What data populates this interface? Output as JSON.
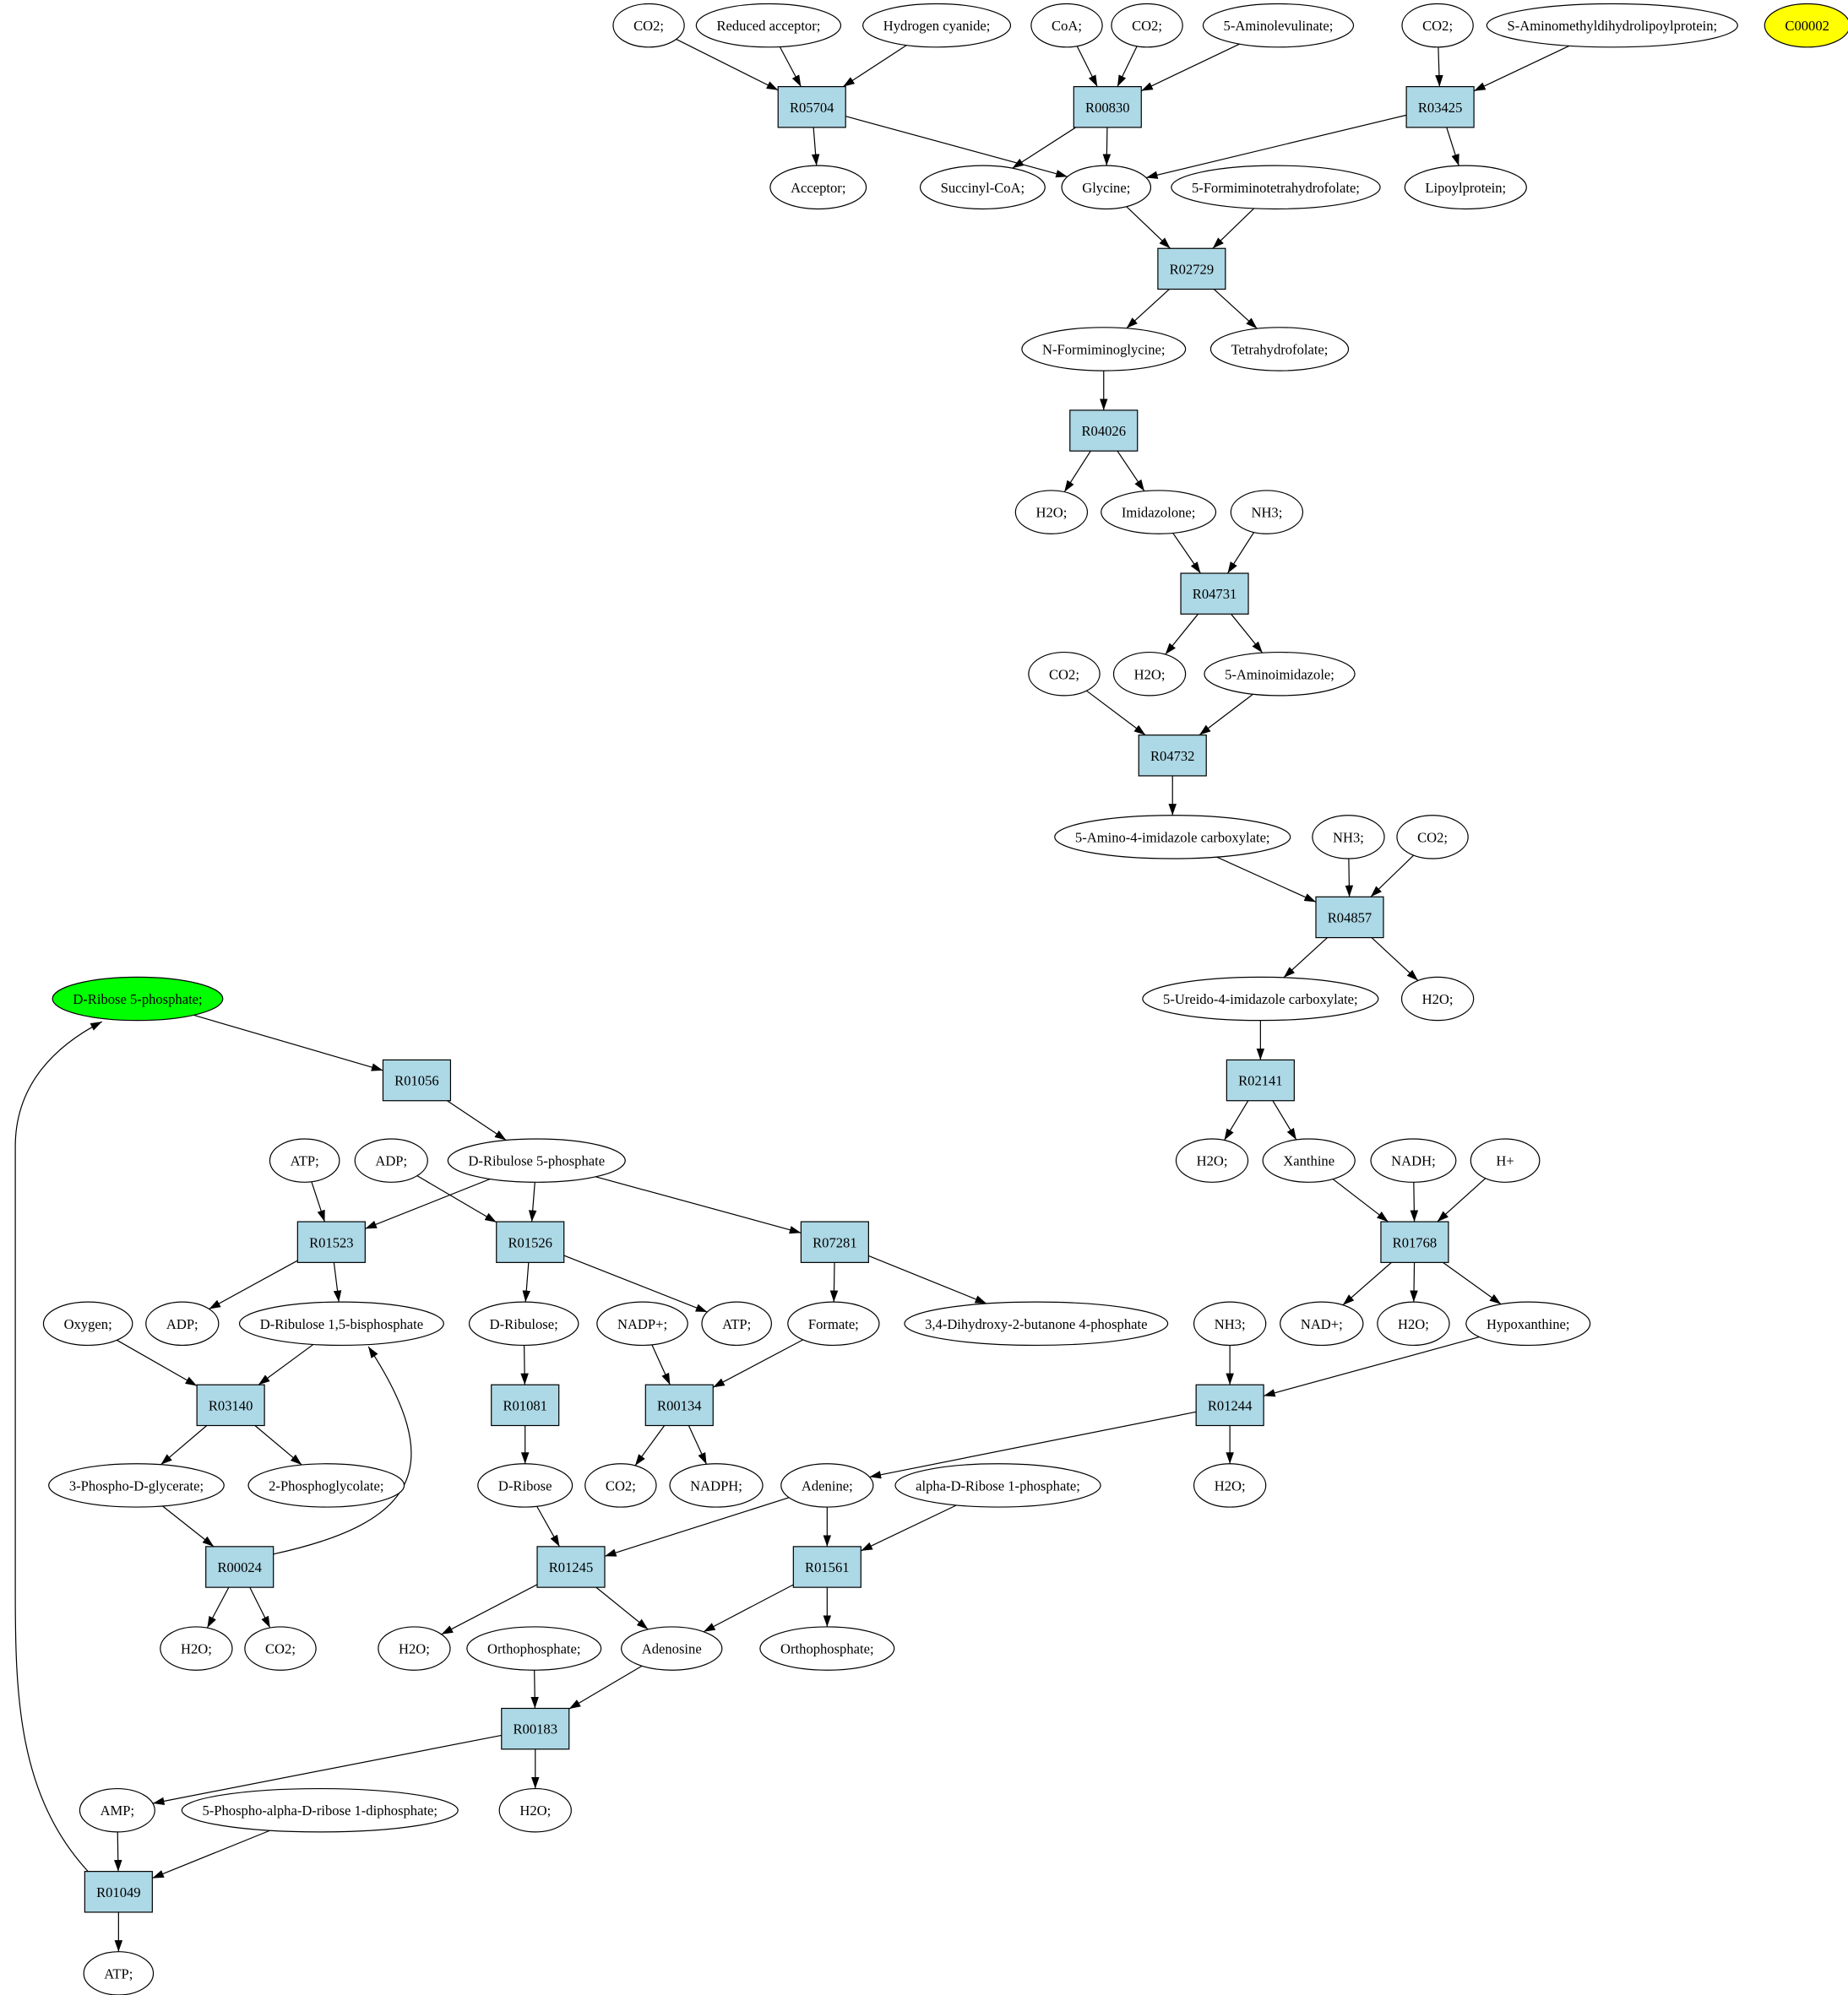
{
  "colors": {
    "reaction": "#add8e6",
    "compound": "#ffffff",
    "source": "#00ff00",
    "highlight": "#ffff00"
  },
  "nodes": [
    {
      "id": "co2_a",
      "label": "CO2;",
      "type": "compound"
    },
    {
      "id": "red_acc",
      "label": "Reduced acceptor;",
      "type": "compound"
    },
    {
      "id": "hcn",
      "label": "Hydrogen cyanide;",
      "type": "compound"
    },
    {
      "id": "coa",
      "label": "CoA;",
      "type": "compound"
    },
    {
      "id": "co2_b",
      "label": "CO2;",
      "type": "compound"
    },
    {
      "id": "ala",
      "label": "5-Aminolevulinate;",
      "type": "compound"
    },
    {
      "id": "co2_c",
      "label": "CO2;",
      "type": "compound"
    },
    {
      "id": "samdl",
      "label": "S-Aminomethyldihydrolipoylprotein;",
      "type": "compound"
    },
    {
      "id": "c00002",
      "label": "C00002",
      "type": "highlight"
    },
    {
      "id": "R05704",
      "label": "R05704",
      "type": "reaction"
    },
    {
      "id": "R00830",
      "label": "R00830",
      "type": "reaction"
    },
    {
      "id": "R03425",
      "label": "R03425",
      "type": "reaction"
    },
    {
      "id": "acceptor",
      "label": "Acceptor;",
      "type": "compound"
    },
    {
      "id": "succoa",
      "label": "Succinyl-CoA;",
      "type": "compound"
    },
    {
      "id": "glycine",
      "label": "Glycine;",
      "type": "compound"
    },
    {
      "id": "fthf",
      "label": "5-Formiminotetrahydrofolate;",
      "type": "compound"
    },
    {
      "id": "lipoyl",
      "label": "Lipoylprotein;",
      "type": "compound"
    },
    {
      "id": "R02729",
      "label": "R02729",
      "type": "reaction"
    },
    {
      "id": "nfg",
      "label": "N-Formiminoglycine;",
      "type": "compound"
    },
    {
      "id": "thf",
      "label": "Tetrahydrofolate;",
      "type": "compound"
    },
    {
      "id": "R04026",
      "label": "R04026",
      "type": "reaction"
    },
    {
      "id": "h2o_a",
      "label": "H2O;",
      "type": "compound"
    },
    {
      "id": "imidazolone",
      "label": "Imidazolone;",
      "type": "compound"
    },
    {
      "id": "nh3_a",
      "label": "NH3;",
      "type": "compound"
    },
    {
      "id": "R04731",
      "label": "R04731",
      "type": "reaction"
    },
    {
      "id": "co2_d",
      "label": "CO2;",
      "type": "compound"
    },
    {
      "id": "h2o_b",
      "label": "H2O;",
      "type": "compound"
    },
    {
      "id": "aminoimid",
      "label": "5-Aminoimidazole;",
      "type": "compound"
    },
    {
      "id": "R04732",
      "label": "R04732",
      "type": "reaction"
    },
    {
      "id": "aic",
      "label": "5-Amino-4-imidazole carboxylate;",
      "type": "compound"
    },
    {
      "id": "nh3_b",
      "label": "NH3;",
      "type": "compound"
    },
    {
      "id": "co2_e",
      "label": "CO2;",
      "type": "compound"
    },
    {
      "id": "R04857",
      "label": "R04857",
      "type": "reaction"
    },
    {
      "id": "r5p",
      "label": "D-Ribose 5-phosphate;",
      "type": "source"
    },
    {
      "id": "uic",
      "label": "5-Ureido-4-imidazole carboxylate;",
      "type": "compound"
    },
    {
      "id": "h2o_c",
      "label": "H2O;",
      "type": "compound"
    },
    {
      "id": "R01056",
      "label": "R01056",
      "type": "reaction"
    },
    {
      "id": "R02141",
      "label": "R02141",
      "type": "reaction"
    },
    {
      "id": "atp_a",
      "label": "ATP;",
      "type": "compound"
    },
    {
      "id": "adp_a",
      "label": "ADP;",
      "type": "compound"
    },
    {
      "id": "ru5p",
      "label": "D-Ribulose 5-phosphate",
      "type": "compound"
    },
    {
      "id": "h2o_d",
      "label": "H2O;",
      "type": "compound"
    },
    {
      "id": "xanthine",
      "label": "Xanthine",
      "type": "compound"
    },
    {
      "id": "nadh",
      "label": "NADH;",
      "type": "compound"
    },
    {
      "id": "hplus",
      "label": "H+",
      "type": "compound"
    },
    {
      "id": "R01523",
      "label": "R01523",
      "type": "reaction"
    },
    {
      "id": "R01526",
      "label": "R01526",
      "type": "reaction"
    },
    {
      "id": "R07281",
      "label": "R07281",
      "type": "reaction"
    },
    {
      "id": "R01768",
      "label": "R01768",
      "type": "reaction"
    },
    {
      "id": "oxygen",
      "label": "Oxygen;",
      "type": "compound"
    },
    {
      "id": "adp_b",
      "label": "ADP;",
      "type": "compound"
    },
    {
      "id": "rubp",
      "label": "D-Ribulose 1,5-bisphosphate",
      "type": "compound"
    },
    {
      "id": "ribulose",
      "label": "D-Ribulose;",
      "type": "compound"
    },
    {
      "id": "nadp",
      "label": "NADP+;",
      "type": "compound"
    },
    {
      "id": "atp_b",
      "label": "ATP;",
      "type": "compound"
    },
    {
      "id": "formate",
      "label": "Formate;",
      "type": "compound"
    },
    {
      "id": "dhbp",
      "label": "3,4-Dihydroxy-2-butanone 4-phosphate",
      "type": "compound"
    },
    {
      "id": "nh3_c",
      "label": "NH3;",
      "type": "compound"
    },
    {
      "id": "nad",
      "label": "NAD+;",
      "type": "compound"
    },
    {
      "id": "h2o_e",
      "label": "H2O;",
      "type": "compound"
    },
    {
      "id": "hypoxanthine",
      "label": "Hypoxanthine;",
      "type": "compound"
    },
    {
      "id": "R03140",
      "label": "R03140",
      "type": "reaction"
    },
    {
      "id": "R01081",
      "label": "R01081",
      "type": "reaction"
    },
    {
      "id": "R00134",
      "label": "R00134",
      "type": "reaction"
    },
    {
      "id": "R01244",
      "label": "R01244",
      "type": "reaction"
    },
    {
      "id": "pga",
      "label": "3-Phospho-D-glycerate;",
      "type": "compound"
    },
    {
      "id": "pglycolate",
      "label": "2-Phosphoglycolate;",
      "type": "compound"
    },
    {
      "id": "ribose",
      "label": "D-Ribose",
      "type": "compound"
    },
    {
      "id": "co2_f",
      "label": "CO2;",
      "type": "compound"
    },
    {
      "id": "nadph",
      "label": "NADPH;",
      "type": "compound"
    },
    {
      "id": "adenine",
      "label": "Adenine;",
      "type": "compound"
    },
    {
      "id": "ar1p",
      "label": "alpha-D-Ribose 1-phosphate;",
      "type": "compound"
    },
    {
      "id": "h2o_f",
      "label": "H2O;",
      "type": "compound"
    },
    {
      "id": "R00024",
      "label": "R00024",
      "type": "reaction"
    },
    {
      "id": "R01245",
      "label": "R01245",
      "type": "reaction"
    },
    {
      "id": "R01561",
      "label": "R01561",
      "type": "reaction"
    },
    {
      "id": "h2o_g",
      "label": "H2O;",
      "type": "compound"
    },
    {
      "id": "co2_g",
      "label": "CO2;",
      "type": "compound"
    },
    {
      "id": "h2o_h",
      "label": "H2O;",
      "type": "compound"
    },
    {
      "id": "pi_a",
      "label": "Orthophosphate;",
      "type": "compound"
    },
    {
      "id": "adenosine",
      "label": "Adenosine",
      "type": "compound"
    },
    {
      "id": "pi_b",
      "label": "Orthophosphate;",
      "type": "compound"
    },
    {
      "id": "R00183",
      "label": "R00183",
      "type": "reaction"
    },
    {
      "id": "amp",
      "label": "AMP;",
      "type": "compound"
    },
    {
      "id": "prpp",
      "label": "5-Phospho-alpha-D-ribose 1-diphosphate;",
      "type": "compound"
    },
    {
      "id": "h2o_i",
      "label": "H2O;",
      "type": "compound"
    },
    {
      "id": "R01049",
      "label": "R01049",
      "type": "reaction"
    },
    {
      "id": "atp_c",
      "label": "ATP;",
      "type": "compound"
    }
  ],
  "edges": [
    [
      "co2_a",
      "R05704"
    ],
    [
      "red_acc",
      "R05704"
    ],
    [
      "hcn",
      "R05704"
    ],
    [
      "R05704",
      "acceptor"
    ],
    [
      "R05704",
      "glycine"
    ],
    [
      "coa",
      "R00830"
    ],
    [
      "co2_b",
      "R00830"
    ],
    [
      "ala",
      "R00830"
    ],
    [
      "R00830",
      "succoa"
    ],
    [
      "R00830",
      "glycine"
    ],
    [
      "co2_c",
      "R03425"
    ],
    [
      "samdl",
      "R03425"
    ],
    [
      "R03425",
      "glycine"
    ],
    [
      "R03425",
      "lipoyl"
    ],
    [
      "glycine",
      "R02729"
    ],
    [
      "fthf",
      "R02729"
    ],
    [
      "R02729",
      "nfg"
    ],
    [
      "R02729",
      "thf"
    ],
    [
      "nfg",
      "R04026"
    ],
    [
      "R04026",
      "h2o_a"
    ],
    [
      "R04026",
      "imidazolone"
    ],
    [
      "imidazolone",
      "R04731"
    ],
    [
      "nh3_a",
      "R04731"
    ],
    [
      "R04731",
      "h2o_b"
    ],
    [
      "R04731",
      "aminoimid"
    ],
    [
      "co2_d",
      "R04732"
    ],
    [
      "aminoimid",
      "R04732"
    ],
    [
      "R04732",
      "aic"
    ],
    [
      "aic",
      "R04857"
    ],
    [
      "nh3_b",
      "R04857"
    ],
    [
      "co2_e",
      "R04857"
    ],
    [
      "R04857",
      "uic"
    ],
    [
      "R04857",
      "h2o_c"
    ],
    [
      "uic",
      "R02141"
    ],
    [
      "R02141",
      "h2o_d"
    ],
    [
      "R02141",
      "xanthine"
    ],
    [
      "xanthine",
      "R01768"
    ],
    [
      "nadh",
      "R01768"
    ],
    [
      "hplus",
      "R01768"
    ],
    [
      "R01768",
      "nad"
    ],
    [
      "R01768",
      "h2o_e"
    ],
    [
      "R01768",
      "hypoxanthine"
    ],
    [
      "hypoxanthine",
      "R01244"
    ],
    [
      "nh3_c",
      "R01244"
    ],
    [
      "R01244",
      "adenine"
    ],
    [
      "R01244",
      "h2o_f"
    ],
    [
      "r5p",
      "R01056"
    ],
    [
      "R01056",
      "ru5p"
    ],
    [
      "atp_a",
      "R01523"
    ],
    [
      "ru5p",
      "R01523"
    ],
    [
      "adp_a",
      "R01526"
    ],
    [
      "ru5p",
      "R01526"
    ],
    [
      "ru5p",
      "R07281"
    ],
    [
      "R01523",
      "adp_b"
    ],
    [
      "R01523",
      "rubp"
    ],
    [
      "R01526",
      "ribulose"
    ],
    [
      "R01526",
      "atp_b"
    ],
    [
      "R07281",
      "formate"
    ],
    [
      "R07281",
      "dhbp"
    ],
    [
      "oxygen",
      "R03140"
    ],
    [
      "rubp",
      "R03140"
    ],
    [
      "R03140",
      "pga"
    ],
    [
      "R03140",
      "pglycolate"
    ],
    [
      "pga",
      "R00024"
    ],
    [
      "R00024",
      "h2o_g"
    ],
    [
      "R00024",
      "co2_g"
    ],
    [
      "R00024",
      "rubp"
    ],
    [
      "ribulose",
      "R01081"
    ],
    [
      "R01081",
      "ribose"
    ],
    [
      "nadp",
      "R00134"
    ],
    [
      "formate",
      "R00134"
    ],
    [
      "R00134",
      "co2_f"
    ],
    [
      "R00134",
      "nadph"
    ],
    [
      "ribose",
      "R01245"
    ],
    [
      "adenine",
      "R01245"
    ],
    [
      "adenine",
      "R01561"
    ],
    [
      "ar1p",
      "R01561"
    ],
    [
      "R01245",
      "h2o_h"
    ],
    [
      "R01245",
      "adenosine"
    ],
    [
      "R01561",
      "adenosine"
    ],
    [
      "R01561",
      "pi_b"
    ],
    [
      "pi_a",
      "R00183"
    ],
    [
      "adenosine",
      "R00183"
    ],
    [
      "R00183",
      "amp"
    ],
    [
      "R00183",
      "h2o_i"
    ],
    [
      "amp",
      "R01049"
    ],
    [
      "prpp",
      "R01049"
    ],
    [
      "R01049",
      "atp_c"
    ],
    [
      "R01049",
      "r5p"
    ]
  ]
}
